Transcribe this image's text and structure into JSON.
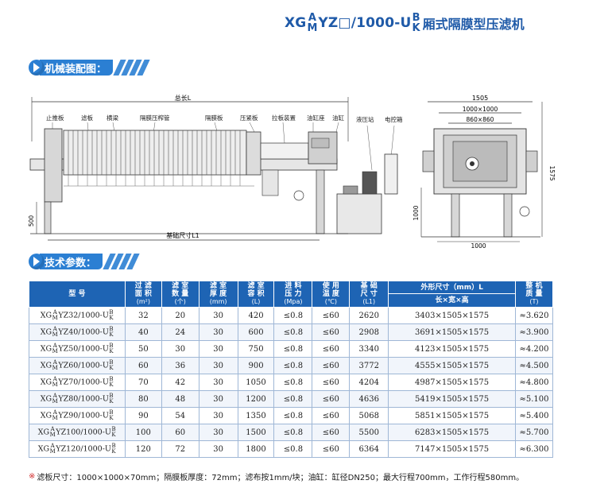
{
  "title": {
    "prefix": "XG",
    "sup1_top": "A",
    "sup1_bottom": "M",
    "mid": "YZ□/1000-U",
    "sup2_top": "B",
    "sup2_bottom": "K",
    "suffix": "厢式隔膜型压滤机"
  },
  "section1": {
    "label": "机械装配图："
  },
  "section2": {
    "label": "技术参数："
  },
  "drawing": {
    "total_length": "总长L",
    "base_size": "基础尺寸L1",
    "labels": [
      "止推板",
      "滤板",
      "横梁",
      "隔膜压榨管",
      "隔膜板",
      "压紧板",
      "拉板装置",
      "油缸座",
      "油缸",
      "液压站",
      "电控箱"
    ],
    "dim_500": "500",
    "dim_1505": "1505",
    "dim_1000x1000": "1000×1000",
    "dim_860x860": "860×860",
    "dim_1000_side": "1000",
    "dim_1000_bottom": "1000",
    "dim_1575": "1575"
  },
  "table": {
    "headers": [
      {
        "l1": "型 号",
        "l2": "",
        "unit": ""
      },
      {
        "l1": "过 滤",
        "l2": "面 积",
        "unit": "(m²)"
      },
      {
        "l1": "滤 室",
        "l2": "数 量",
        "unit": "(个)"
      },
      {
        "l1": "滤 室",
        "l2": "厚 度",
        "unit": "(mm)"
      },
      {
        "l1": "滤 室",
        "l2": "容 积",
        "unit": "(L)"
      },
      {
        "l1": "进 料",
        "l2": "压 力",
        "unit": "(Mpa)"
      },
      {
        "l1": "使 用",
        "l2": "温 度",
        "unit": "(℃)"
      },
      {
        "l1": "基 础",
        "l2": "尺 寸",
        "unit": "(L1)"
      },
      {
        "l1": "外形尺寸（mm）L",
        "l2": "长×宽×高",
        "unit": ""
      },
      {
        "l1": "整 机",
        "l2": "质 量",
        "unit": "(T)"
      }
    ],
    "rows": [
      {
        "model_num": "32",
        "area": "32",
        "count": "20",
        "thick": "30",
        "vol": "420",
        "press": "≤0.8",
        "temp": "≤60",
        "base": "2620",
        "dims": "3403×1505×1575",
        "mass": "≈3.620"
      },
      {
        "model_num": "40",
        "area": "40",
        "count": "24",
        "thick": "30",
        "vol": "600",
        "press": "≤0.8",
        "temp": "≤60",
        "base": "2908",
        "dims": "3691×1505×1575",
        "mass": "≈3.900"
      },
      {
        "model_num": "50",
        "area": "50",
        "count": "30",
        "thick": "30",
        "vol": "750",
        "press": "≤0.8",
        "temp": "≤60",
        "base": "3340",
        "dims": "4123×1505×1575",
        "mass": "≈4.200"
      },
      {
        "model_num": "60",
        "area": "60",
        "count": "36",
        "thick": "30",
        "vol": "900",
        "press": "≤0.8",
        "temp": "≤60",
        "base": "3772",
        "dims": "4555×1505×1575",
        "mass": "≈4.500"
      },
      {
        "model_num": "70",
        "area": "70",
        "count": "42",
        "thick": "30",
        "vol": "1050",
        "press": "≤0.8",
        "temp": "≤60",
        "base": "4204",
        "dims": "4987×1505×1575",
        "mass": "≈4.800"
      },
      {
        "model_num": "80",
        "area": "80",
        "count": "48",
        "thick": "30",
        "vol": "1200",
        "press": "≤0.8",
        "temp": "≤60",
        "base": "4636",
        "dims": "5419×1505×1575",
        "mass": "≈5.100"
      },
      {
        "model_num": "90",
        "area": "90",
        "count": "54",
        "thick": "30",
        "vol": "1350",
        "press": "≤0.8",
        "temp": "≤60",
        "base": "5068",
        "dims": "5851×1505×1575",
        "mass": "≈5.400"
      },
      {
        "model_num": "100",
        "area": "100",
        "count": "60",
        "thick": "30",
        "vol": "1500",
        "press": "≤0.8",
        "temp": "≤60",
        "base": "5500",
        "dims": "6283×1505×1575",
        "mass": "≈5.700"
      },
      {
        "model_num": "120",
        "area": "120",
        "count": "72",
        "thick": "30",
        "vol": "1800",
        "press": "≤0.8",
        "temp": "≤60",
        "base": "6364",
        "dims": "7147×1505×1575",
        "mass": "≈6.300"
      }
    ],
    "model_parts": {
      "pre": "XG",
      "a": "A",
      "m": "M",
      "mid": "YZ",
      "post": "/1000-U",
      "b": "B",
      "k": "K"
    }
  },
  "footnote": {
    "mark": "※",
    "text": "滤板尺寸：1000×1000×70mm；隔膜板厚度：72mm；滤布按1mm/块；油缸：缸径DN250；最大行程700mm，工作行程580mm。"
  }
}
